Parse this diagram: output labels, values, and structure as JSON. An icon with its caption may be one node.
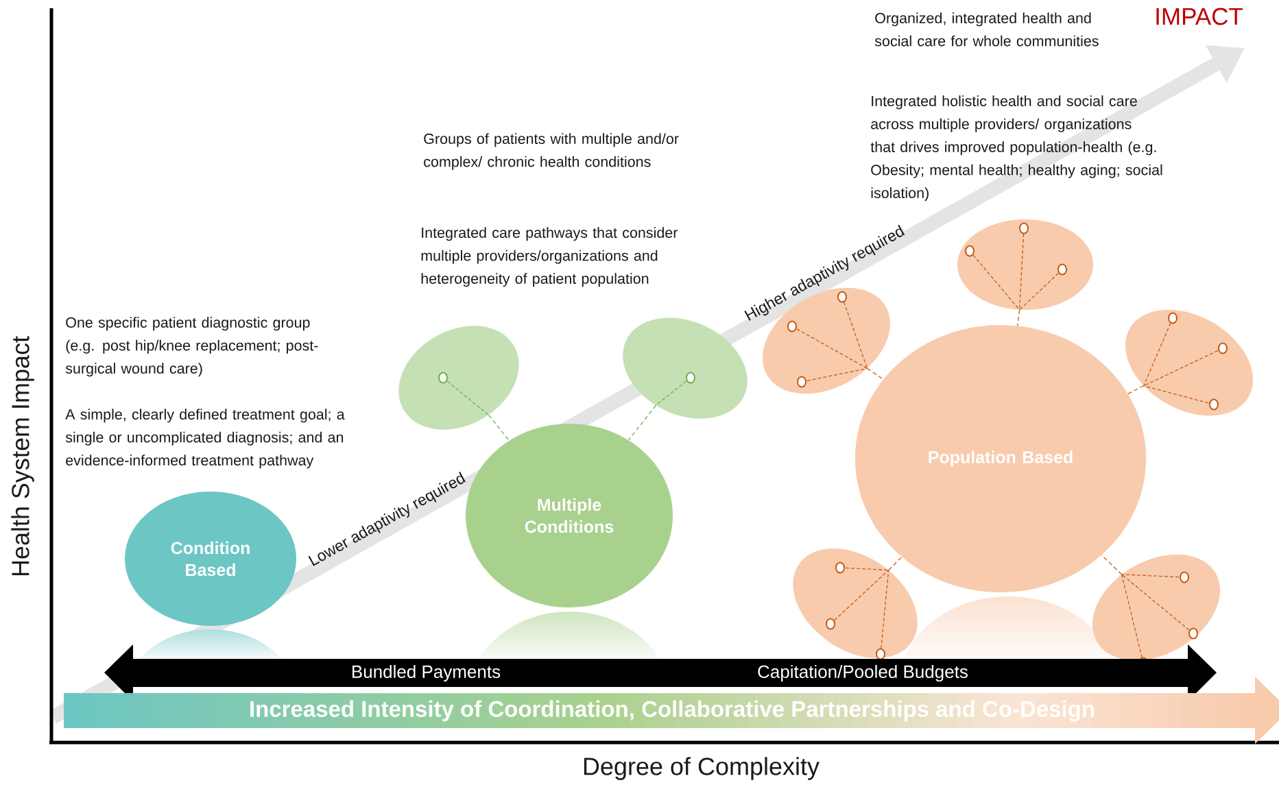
{
  "diagram": {
    "nodes": [
      {
        "text": [
          "Condition Based"
        ]
      },
      {
        "text": [
          "Multiple Conditions"
        ]
      },
      {
        "text": [],
        "shape": "circle"
      },
      {
        "text": [],
        "shape": "circle"
      },
      {
        "text": [
          "Population Based"
        ]
      },
      {
        "text": [],
        "shape": "circle"
      },
      {
        "text": [],
        "shape": "circle"
      },
      {
        "text": [],
        "shape": "circle"
      },
      {
        "text": [],
        "shape": "circle"
      },
      {
        "text": [],
        "shape": "circle"
      }
    ],
    "edges": [
      {
        "from": 2,
        "to": 1,
        "arrow": "none",
        "style": "dashed",
        "color": "#70ad47"
      },
      {
        "from": 3,
        "to": 1,
        "arrow": "none",
        "style": "dashed",
        "color": "#70ad47"
      },
      {
        "from": 5,
        "to": 4,
        "arrow": "none",
        "style": "dashed"
      },
      {
        "from": 6,
        "to": 4,
        "arrow": "none",
        "style": "dashed"
      },
      {
        "from": 7,
        "to": 4,
        "arrow": "none",
        "style": "dashed"
      },
      {
        "from": 8,
        "to": 4,
        "arrow": "none",
        "style": "dashed"
      },
      {
        "from": 9,
        "to": 4,
        "arrow": "none",
        "style": "dashed"
      }
    ],
    "labels": [
      "Organized, integrated health and social care for whole communities",
      "IMPACT",
      "Integrated holistic health and social care across multiple providers/ organizations that drives improved population-health (e.g. Obesity; mental health; healthy aging; social isolation)",
      "Groups of patients with multiple and/or complex/ chronic health conditions",
      "Integrated care pathways that consider multiple providers/organizations and heterogeneity of patient population",
      "Higher adaptivity required",
      "One specific patient diagnostic group (e.g. post hip/knee replacement; post-surgical wound care)",
      "A simple, clearly defined treatment goal; a single or uncomplicated diagnosis; and an evidence-informed treatment pathway",
      "Lower adaptivity required",
      "Health System Impact",
      "Bundled Payments",
      "Capitation/Pooled Budgets",
      "Increased Intensity of Coordination, Collaborative Partnerships and Co-Design",
      "Degree of Complexity"
    ]
  }
}
